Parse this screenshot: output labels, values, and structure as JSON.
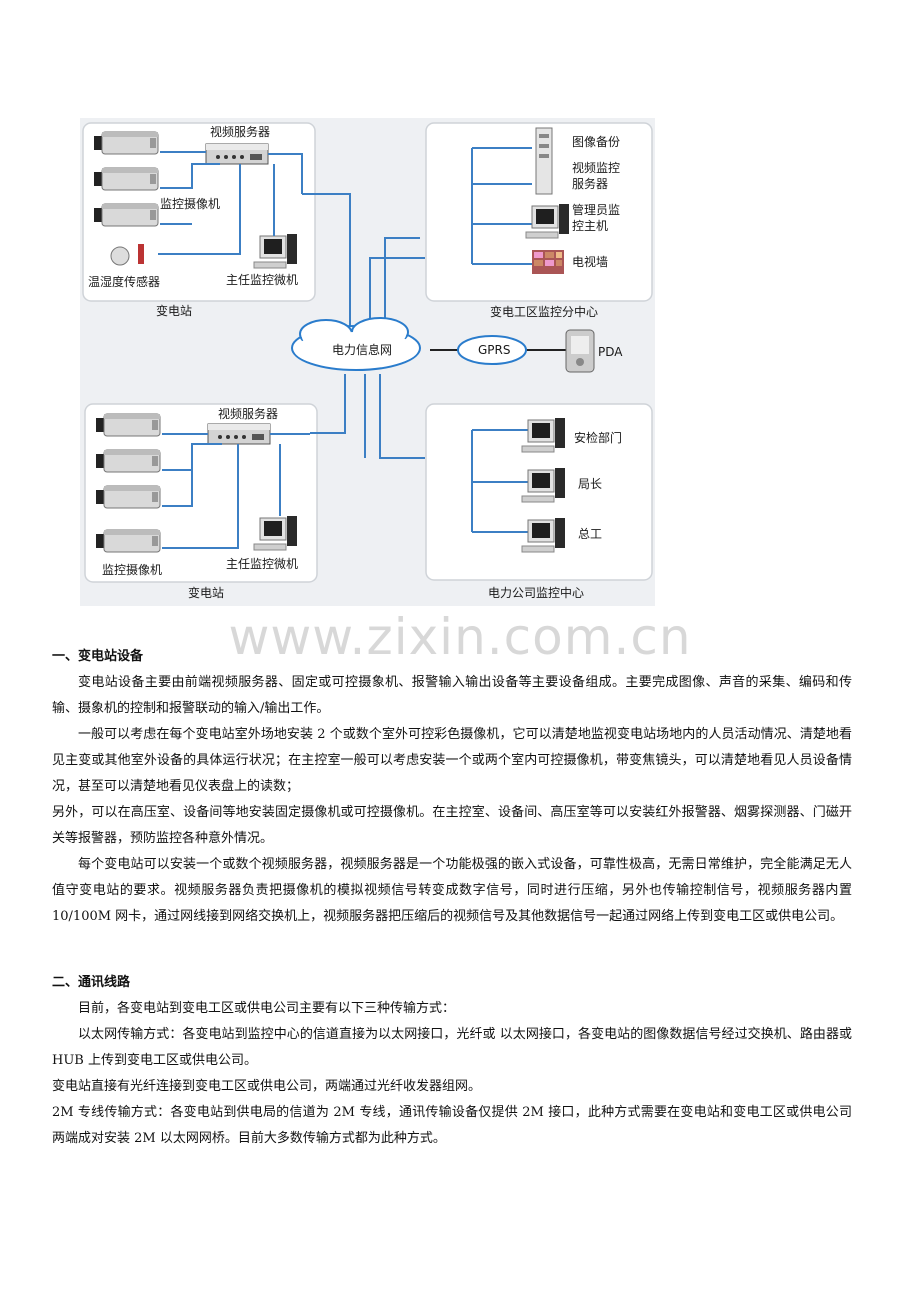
{
  "diagram": {
    "station_top": {
      "server": "视频服务器",
      "camera": "监控摄像机",
      "sensor": "温湿度传感器",
      "pc": "主任监控微机",
      "caption": "变电站"
    },
    "center_top": {
      "items": [
        "图像备份",
        "视频监控",
        "服务器",
        "管理员监",
        "控主机",
        "电视墙"
      ],
      "caption": "变电工区监控分中心"
    },
    "network": {
      "cloud": "电力信息网",
      "gprs": "GPRS",
      "pda": "PDA"
    },
    "station_bottom": {
      "server": "视频服务器",
      "camera": "监控摄像机",
      "pc": "主任监控微机",
      "caption": "变电站"
    },
    "center_bottom": {
      "items": [
        "安检部门",
        "局长",
        "总工"
      ],
      "caption": "电力公司监控中心"
    }
  },
  "watermark": "www.zixin.com.cn",
  "section1": {
    "title": "一、变电站设备",
    "p1": "变电站设备主要由前端视频服务器、固定或可控摄象机、报警输入输出设备等主要设备组成。主要完成图像、声音的采集、编码和传输、摄象机的控制和报警联动的输入/输出工作。",
    "p2": "一般可以考虑在每个变电站室外场地安装 2 个或数个室外可控彩色摄像机，它可以清楚地监视变电站场地内的人员活动情况、清楚地看见主变或其他室外设备的具体运行状况；在主控室一般可以考虑安装一个或两个室内可控摄像机，带变焦镜头，可以清楚地看见人员设备情况，甚至可以清楚地看见仪表盘上的读数；",
    "p3": "另外，可以在高压室、设备间等地安装固定摄像机或可控摄像机。在主控室、设备间、高压室等可以安装红外报警器、烟雾探测器、门磁开关等报警器，预防监控各种意外情况。",
    "p4": "每个变电站可以安装一个或数个视频服务器，视频服务器是一个功能极强的嵌入式设备，可靠性极高，无需日常维护，完全能满足无人值守变电站的要求。视频服务器负责把摄像机的模拟视频信号转变成数字信号，同时进行压缩，另外也传输控制信号，视频服务器内置 10/100M 网卡，通过网线接到网络交换机上，视频服务器把压缩后的视频信号及其他数据信号一起通过网络上传到变电工区或供电公司。"
  },
  "section2": {
    "title": "二、通讯线路",
    "p1": "目前，各变电站到变电工区或供电公司主要有以下三种传输方式：",
    "p2": "以太网传输方式：各变电站到监控中心的信道直接为以太网接口，光纤或 以太网接口，各变电站的图像数据信号经过交换机、路由器或 HUB 上传到变电工区或供电公司。",
    "p3": "变电站直接有光纤连接到变电工区或供电公司，两端通过光纤收发器组网。",
    "p4": "2M 专线传输方式：各变电站到供电局的信道为 2M 专线，通讯传输设备仅提供 2M 接口，此种方式需要在变电站和变电工区或供电公司两端成对安装 2M 以太网网桥。目前大多数传输方式都为此种方式。"
  }
}
